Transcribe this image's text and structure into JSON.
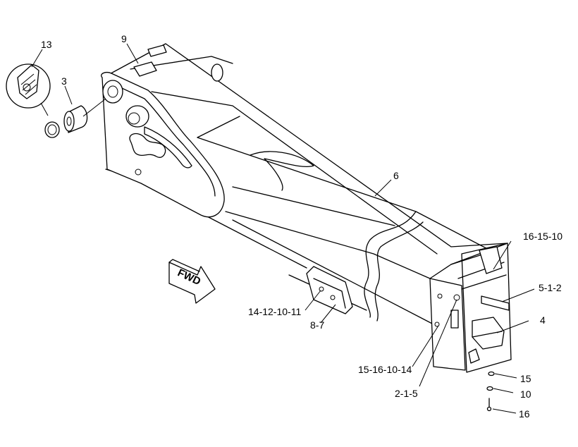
{
  "callouts": [
    {
      "id": "c13",
      "text": "13"
    },
    {
      "id": "c9",
      "text": "9"
    },
    {
      "id": "c3",
      "text": "3"
    },
    {
      "id": "c6",
      "text": "6"
    },
    {
      "id": "c16-15-10",
      "text": "16-15-10"
    },
    {
      "id": "c5-1-2",
      "text": "5-1-2"
    },
    {
      "id": "c4",
      "text": "4"
    },
    {
      "id": "c14-12-10-11",
      "text": "14-12-10-11"
    },
    {
      "id": "c8-7",
      "text": "8-7"
    },
    {
      "id": "c15-16-10-14",
      "text": "15-16-10-14"
    },
    {
      "id": "c2-1-5",
      "text": "2-1-5"
    },
    {
      "id": "c15",
      "text": "15"
    },
    {
      "id": "c10",
      "text": "10"
    },
    {
      "id": "c16",
      "text": "16"
    }
  ],
  "direction_arrow": {
    "text": "FWD"
  }
}
